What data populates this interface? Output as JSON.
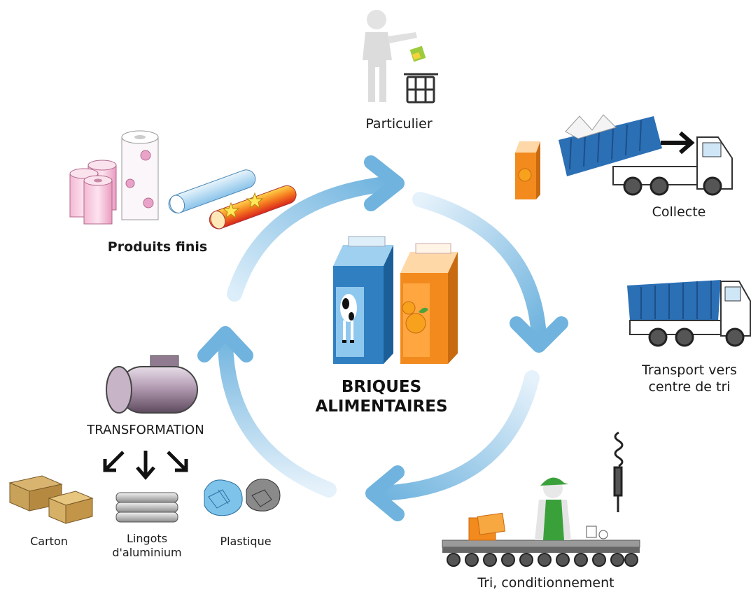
{
  "center": {
    "line1": "BRIQUES",
    "line2": "ALIMENTAIRES"
  },
  "stages": {
    "particulier": "Particulier",
    "collecte": "Collecte",
    "transport_line1": "Transport vers",
    "transport_line2": "centre de tri",
    "tri": "Tri, conditionnement",
    "transformation": "TRANSFORMATION",
    "produits_finis": "Produits finis"
  },
  "outputs": {
    "carton": "Carton",
    "lingots_line1": "Lingots",
    "lingots_line2": "d'aluminium",
    "plastique": "Plastique"
  },
  "colors": {
    "cycle_arrow": "#6fb3de",
    "carton_blue": "#2f7fc1",
    "carton_orange": "#f28a1e",
    "truck_blue": "#2b6fb5",
    "worker_green": "#3aa13a",
    "cardboard": "#c9a25a"
  }
}
